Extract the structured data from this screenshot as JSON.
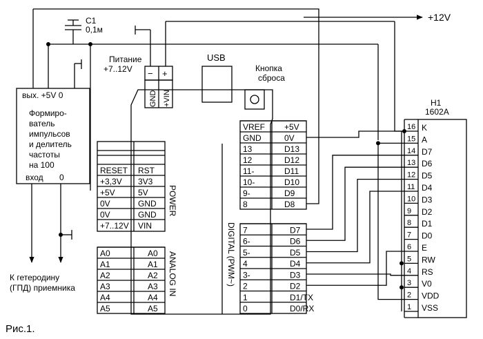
{
  "title": "Рис.1.",
  "supply_label": "+12V",
  "capacitor": {
    "ref": "C1",
    "value": "0,1м"
  },
  "power_connector": {
    "title_line1": "Питание",
    "title_line2": "+7..12V",
    "minus": "−",
    "plus": "+",
    "pin_gnd": "GND",
    "pin_vin": "+VIN"
  },
  "usb": "USB",
  "reset_button": {
    "line1": "Кнопка",
    "line2": "сброса"
  },
  "shaper": {
    "top": "вых. +5V 0",
    "lines": [
      "Формиро-",
      "ватель",
      "импульсов",
      "и делитель",
      "частоты",
      "на 100"
    ],
    "bottom_left": "вход",
    "bottom_right": "0"
  },
  "output_label": {
    "line1": "К гетеродину",
    "line2": "(ГПД) приемника"
  },
  "power_header": {
    "name": "POWER",
    "rows": [
      {
        "left": "RESET",
        "right": "RST"
      },
      {
        "left": "+3,3V",
        "right": "3V3"
      },
      {
        "left": "+5V",
        "right": "5V"
      },
      {
        "left": "0V",
        "right": "GND"
      },
      {
        "left": "0V",
        "right": "GND"
      },
      {
        "left": "+7..12V",
        "right": "VIN"
      }
    ]
  },
  "analog_header": {
    "name": "ANALOG IN",
    "rows": [
      {
        "left": "A0",
        "right": "A0"
      },
      {
        "left": "A1",
        "right": "A1"
      },
      {
        "left": "A2",
        "right": "A2"
      },
      {
        "left": "A3",
        "right": "A3"
      },
      {
        "left": "A4",
        "right": "A4"
      },
      {
        "left": "A5",
        "right": "A5"
      }
    ]
  },
  "digital_name": "DIGITAL (PWM~)",
  "digital_upper": [
    {
      "left": "VREF",
      "right": "+5V"
    },
    {
      "left": "GND",
      "right": "0V"
    },
    {
      "left": "13",
      "right": "D13"
    },
    {
      "left": "12",
      "right": "D12"
    },
    {
      "left": "11-",
      "right": "D11"
    },
    {
      "left": "10-",
      "right": "D10"
    },
    {
      "left": "9-",
      "right": "D9"
    },
    {
      "left": "8",
      "right": "D8"
    }
  ],
  "digital_lower": [
    {
      "left": "7",
      "right": "D7"
    },
    {
      "left": "6-",
      "right": "D6"
    },
    {
      "left": "5-",
      "right": "D5"
    },
    {
      "left": "4",
      "right": "D4"
    },
    {
      "left": "3-",
      "right": "D3"
    },
    {
      "left": "2",
      "right": "D2"
    },
    {
      "left": "1",
      "right": "D1/TX"
    },
    {
      "left": "0",
      "right": "D0/RX"
    }
  ],
  "lcd": {
    "ref": "H1",
    "model": "1602A",
    "pins": [
      {
        "num": "16",
        "name": "K"
      },
      {
        "num": "15",
        "name": "A"
      },
      {
        "num": "14",
        "name": "D7"
      },
      {
        "num": "13",
        "name": "D6"
      },
      {
        "num": "12",
        "name": "D5"
      },
      {
        "num": "11",
        "name": "D4"
      },
      {
        "num": "10",
        "name": "D3"
      },
      {
        "num": "9",
        "name": "D2"
      },
      {
        "num": "8",
        "name": "D1"
      },
      {
        "num": "7",
        "name": "D0"
      },
      {
        "num": "6",
        "name": "E"
      },
      {
        "num": "5",
        "name": "RW"
      },
      {
        "num": "4",
        "name": "RS"
      },
      {
        "num": "3",
        "name": "V0"
      },
      {
        "num": "2",
        "name": "VDD"
      },
      {
        "num": "1",
        "name": "VSS"
      }
    ]
  }
}
